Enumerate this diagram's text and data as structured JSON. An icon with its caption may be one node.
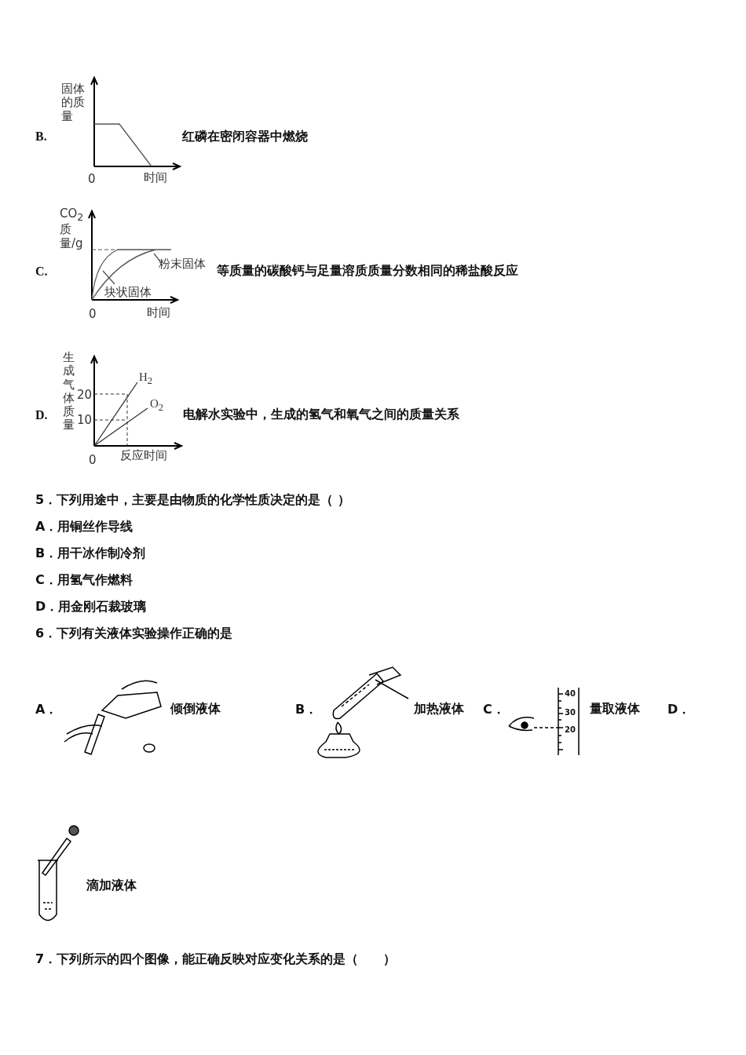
{
  "diagram": {
    "labels": [
      "B.",
      "固体的质量",
      "0",
      "时间",
      "红磷在密闭容器中燃烧",
      "C.",
      "CO$_{2}$质量/g",
      "粉末固体",
      "块状固体",
      "0",
      "时间",
      "等质量的碳酸钙与足量溶质质量分数相同的稀盐酸反应",
      "D.",
      "生成气体质量",
      "20",
      "10",
      "H$_{2}$",
      "O$_{2}$",
      "0",
      "反应时间",
      "电解水实验中，生成的氢气和氧气之间的质量关系",
      "5．下列用途中，主要是由物质的化学性质决定的是（ ）",
      "A．用铜丝作导线",
      "B．用干冰作制冷剂",
      "C．用氢气作燃料",
      "D．用金刚石裁玻璃",
      "6．下列有关液体实验操作正确的是",
      "A．",
      "倾倒液体",
      "B．",
      "加热液体",
      "C．",
      "40",
      "30",
      "20",
      "量取液体",
      "D．",
      "滴加液体",
      "7．下列所示的四个图像，能正确反映对应变化关系的是（　　）"
    ]
  }
}
